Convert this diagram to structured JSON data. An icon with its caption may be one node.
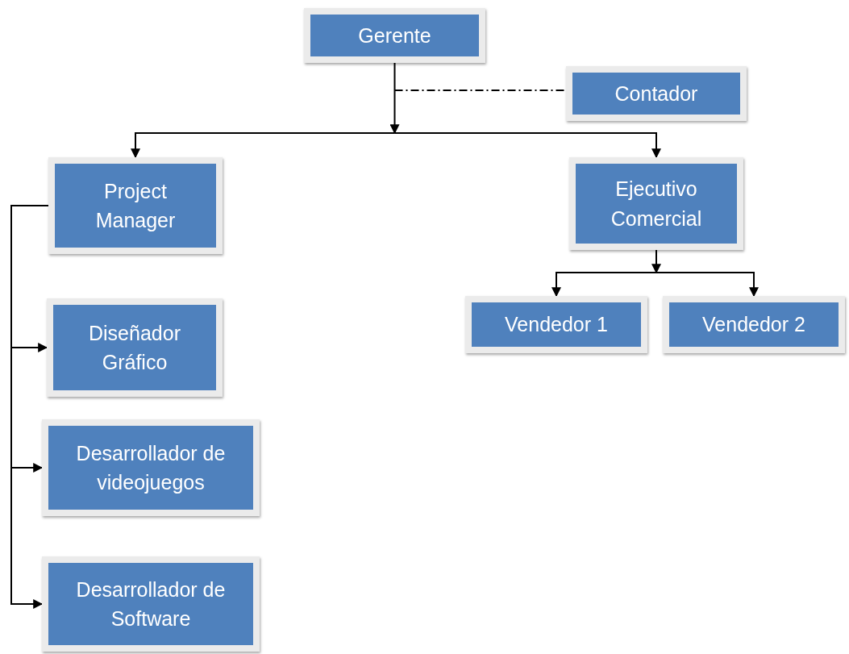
{
  "diagram": {
    "nodes": [
      {
        "text": [
          "Gerente"
        ]
      },
      {
        "text": [
          "Contador"
        ]
      },
      {
        "text": [
          "Project Manager"
        ]
      },
      {
        "text": [
          "Ejecutivo Comercial"
        ]
      },
      {
        "text": [
          "Vendedor 1"
        ]
      },
      {
        "text": [
          "Vendedor 2"
        ]
      },
      {
        "text": [
          "Diseñador Gráfico"
        ]
      },
      {
        "text": [
          "Desarrollador de videojuegos"
        ]
      },
      {
        "text": [
          "Desarrollador de Software"
        ]
      }
    ],
    "edges": [
      {
        "from": 0,
        "to": 2,
        "arrow": "to"
      },
      {
        "from": 0,
        "to": 3,
        "arrow": "to"
      },
      {
        "from": 0,
        "to": 1,
        "arrow": "none",
        "style": "dashed"
      },
      {
        "from": 3,
        "to": 4,
        "arrow": "to"
      },
      {
        "from": 3,
        "to": 5,
        "arrow": "to"
      },
      {
        "from": 2,
        "to": 6,
        "arrow": "to"
      },
      {
        "from": 2,
        "to": 7,
        "arrow": "to"
      },
      {
        "from": 2,
        "to": 8,
        "arrow": "to"
      }
    ]
  }
}
